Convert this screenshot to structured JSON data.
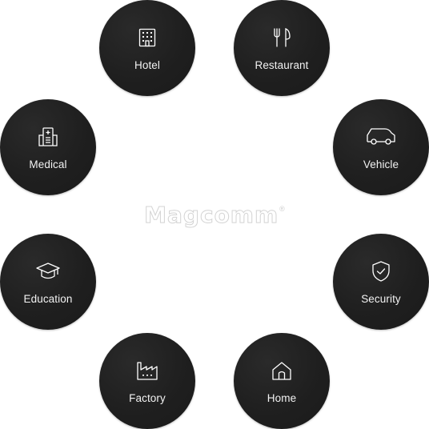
{
  "center_logo": {
    "text": "Magcomm",
    "registered_mark": "®",
    "icon": "magcomm-logo"
  },
  "nodes": [
    {
      "id": "hotel",
      "label": "Hotel",
      "icon": "building-icon"
    },
    {
      "id": "restaurant",
      "label": "Restaurant",
      "icon": "fork-knife-icon"
    },
    {
      "id": "medical",
      "label": "Medical",
      "icon": "hospital-icon"
    },
    {
      "id": "vehicle",
      "label": "Vehicle",
      "icon": "car-icon"
    },
    {
      "id": "education",
      "label": "Education",
      "icon": "graduation-cap-icon"
    },
    {
      "id": "security",
      "label": "Security",
      "icon": "shield-check-icon"
    },
    {
      "id": "factory",
      "label": "Factory",
      "icon": "factory-icon"
    },
    {
      "id": "home",
      "label": "Home",
      "icon": "house-icon"
    }
  ],
  "colors": {
    "node_background": "#1f1f1f",
    "node_text": "#f2f2f2",
    "page_background": "#ffffff",
    "logo_outline": "#d4d4d4"
  }
}
